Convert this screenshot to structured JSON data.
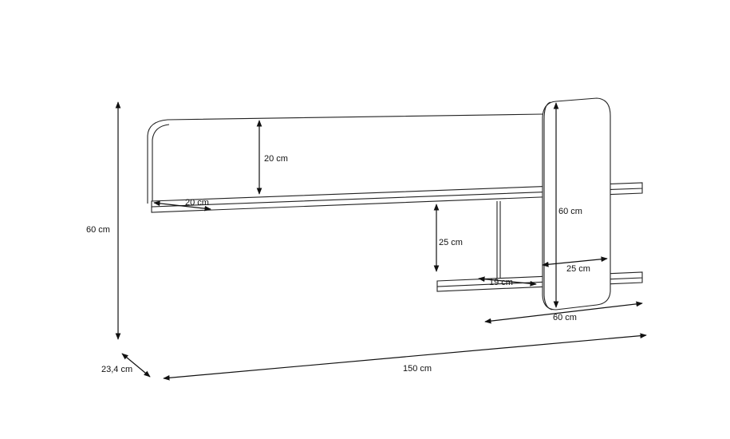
{
  "dimensions": {
    "back_height": "20 cm",
    "shelf_depth": "20 cm",
    "total_height": "60 cm",
    "lower_gap": "25 cm",
    "panel_height": "60 cm",
    "panel_to_edge": "25 cm",
    "lower_depth": "19 cm",
    "lower_width": "60 cm",
    "total_depth": "23,4 cm",
    "total_width": "150 cm"
  },
  "colors": {
    "line": "#111111",
    "background": "#ffffff"
  }
}
